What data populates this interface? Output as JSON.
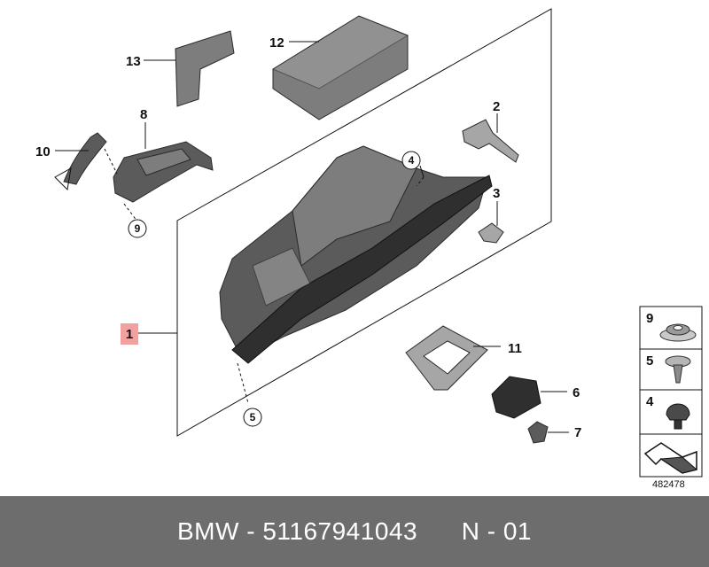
{
  "callouts": {
    "c1": "1",
    "c2": "2",
    "c3": "3",
    "c4": "4",
    "c5": "5",
    "c6": "6",
    "c7": "7",
    "c8": "8",
    "c9": "9",
    "c10": "10",
    "c11": "11",
    "c12": "12",
    "c13": "13"
  },
  "legend": {
    "item_9": "9",
    "item_5": "5",
    "item_4": "4"
  },
  "diagram_number": "482478",
  "footer": {
    "brand": "BMW",
    "separator1": " - ",
    "part_number": "51167941043",
    "spacer": "      ",
    "page_code": "N - 01"
  },
  "colors": {
    "highlight": "#f2a0a0",
    "footer_bg": "#6d6d6d"
  }
}
